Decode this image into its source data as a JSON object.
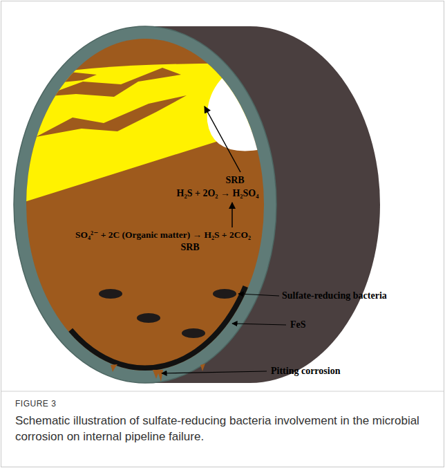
{
  "diagram": {
    "caption": "Schematic illustration of sulfate-reducing bacteria involvement in the microbial corrosion on internal pipeline failure.",
    "labels": [
      "SRB",
      "H₂S + 2O₂ → H₂SO₄",
      "SO₄²⁻ + 2C (Organic matter) → H₂S + 2CO₂",
      "SRB",
      "Sulfate-reducing bacteria",
      "FeS",
      "Pitting corrosion",
      "FIGURE 3"
    ]
  }
}
